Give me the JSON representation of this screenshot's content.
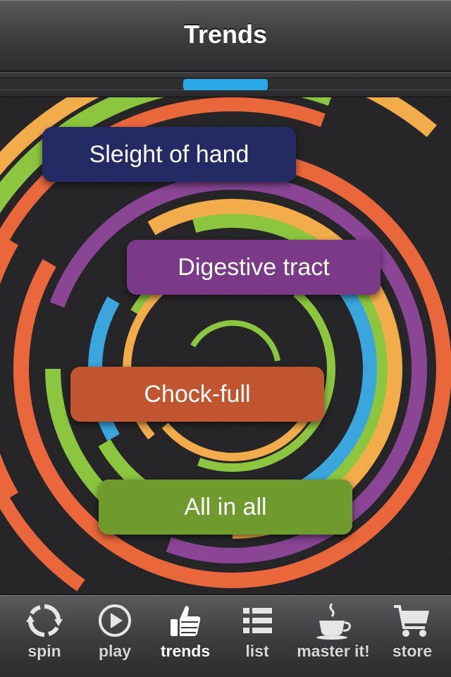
{
  "header": {
    "title": "Trends"
  },
  "page_indicator": {
    "active_page": 2,
    "page_count": 3,
    "color": "#29a9e6"
  },
  "words": [
    {
      "label": "Sleight of hand",
      "color": "#242a63"
    },
    {
      "label": "Digestive tract",
      "color": "#7a3a88"
    },
    {
      "label": "Chock-full",
      "color": "#c15530"
    },
    {
      "label": "All in all",
      "color": "#6e9a2e"
    }
  ],
  "ring_colors": {
    "orange": "#e9673b",
    "purple": "#8a4595",
    "yellow": "#f2ad4a",
    "green": "#8cc63f",
    "blue": "#3aa6dd"
  },
  "tabs": [
    {
      "label": "spin",
      "icon": "refresh-icon",
      "active": false
    },
    {
      "label": "play",
      "icon": "play-icon",
      "active": false
    },
    {
      "label": "trends",
      "icon": "thumbs-up-icon",
      "active": true
    },
    {
      "label": "list",
      "icon": "list-icon",
      "active": false
    },
    {
      "label": "master it!",
      "icon": "coffee-cup-icon",
      "active": false
    },
    {
      "label": "store",
      "icon": "cart-icon",
      "active": false
    }
  ]
}
